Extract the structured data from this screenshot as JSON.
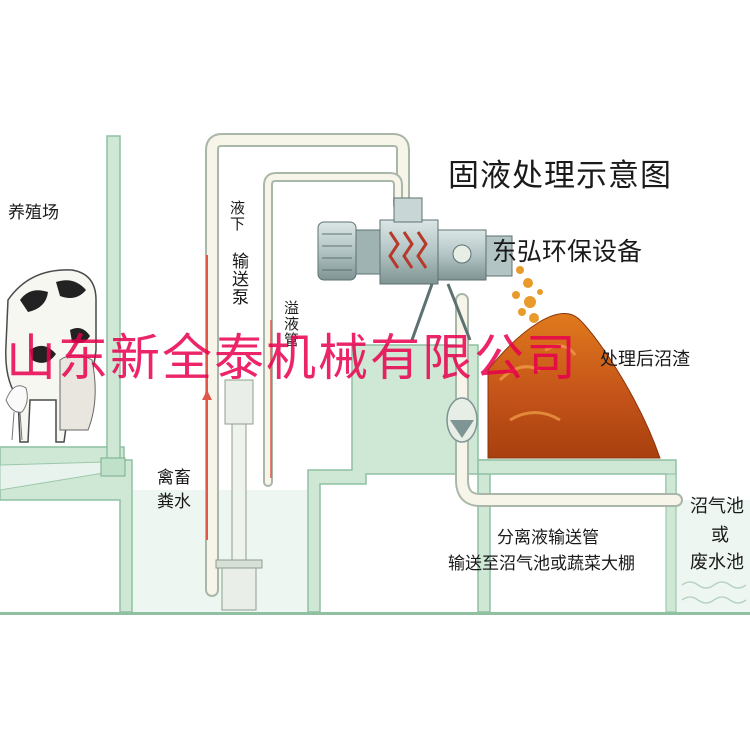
{
  "diagram": {
    "title": "固液处理示意图",
    "brand": "东弘环保设备",
    "labels": {
      "farm": "养殖场",
      "liquid_down": "液下",
      "pump": "输送泵",
      "overflow_pipe": "溢液管",
      "manure_line1": "禽畜",
      "manure_line2": "粪水",
      "residue": "处理后沼渣",
      "separation_pipe": "分离液输送管",
      "separation_dest": "输送至沼气池或蔬菜大棚",
      "tank_line1": "沼气池",
      "tank_line2": "或",
      "tank_line3": "废水池"
    },
    "watermark": "山东新全泰机械有限公司",
    "colors": {
      "wall": "#cfe8d6",
      "wall_edge": "#8fc0a2",
      "water": "#e7f3ec",
      "pipe": "#f7f5ea",
      "pipe_edge": "#a9b7a9",
      "residue_dark": "#b84a10",
      "residue_light": "#e07a1c",
      "watermark": "#e8004e",
      "machine": "#b8c8c8"
    }
  }
}
